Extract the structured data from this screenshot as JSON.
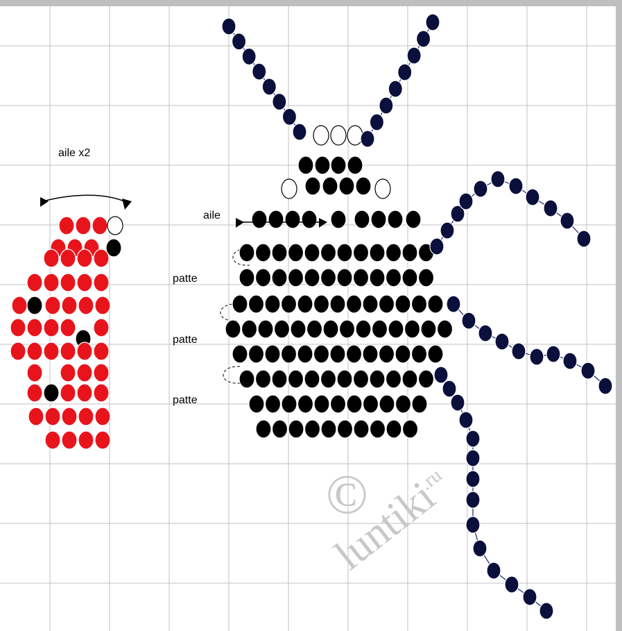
{
  "labels": {
    "wing_count": "aile x2",
    "wing": "aile",
    "leg_1": "patte",
    "leg_2": "patte",
    "leg_3": "patte"
  },
  "watermark": {
    "copyright": "©",
    "name": "luntiki",
    "tld": ".ru"
  },
  "colors": {
    "background": "#ffffff",
    "grid": "#c0c0c0",
    "wing_bead": "#e8141c",
    "body_bead": "#000000",
    "leg_bead": "#0a0f3c",
    "thread": "#1a1f6e",
    "watermark": "#c8c8c8"
  }
}
